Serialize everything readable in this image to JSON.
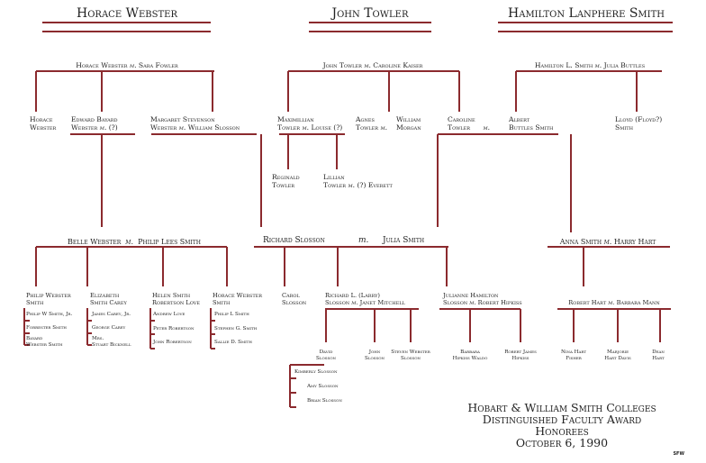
{
  "headers": [
    "Horace Webster",
    "John Towler",
    "Hamilton Lanphere Smith"
  ],
  "marriage_word": "m.",
  "gen1": {
    "webster": {
      "husband": "Horace Webster",
      "wife": "Sara Fowler"
    },
    "towler": {
      "husband": "John Towler",
      "wife": "Caroline Kaiser"
    },
    "smith": {
      "husband": "Hamilton L. Smith",
      "wife": "Julia Buttles"
    }
  },
  "gen2": {
    "horace_webster": [
      "Horace",
      "Webster"
    ],
    "edward_webster": [
      "Edward Bayard",
      "Webster",
      "(?)"
    ],
    "margaret_webster": [
      "Margaret Stevenson",
      "Webster",
      "William Slosson"
    ],
    "maximillian_towler": [
      "Maximillian",
      "Towler",
      "Louise (?)"
    ],
    "agnes_towler": [
      "Agnes",
      "Towler"
    ],
    "william_morgan": [
      "William",
      "Morgan"
    ],
    "caroline_towler": [
      "Caroline",
      "Towler"
    ],
    "albert_smith": [
      "Albert",
      "Buttles Smith"
    ],
    "lloyd_smith": [
      "Lloyd (Floyd?)",
      "Smith"
    ],
    "reginald_towler": [
      "Reginald",
      "Towler"
    ],
    "lillian_towler": [
      "Lillian",
      "Towler",
      "(?) Everett"
    ]
  },
  "gen3": {
    "belle": {
      "wife": "Belle Webster",
      "husband": "Philip Lees Smith"
    },
    "richard": {
      "husband": "Richard Slosson",
      "wife": "Julia Smith"
    },
    "anna": {
      "wife": "Anna Smith",
      "husband": "Harry Hart"
    }
  },
  "gen4": {
    "philip_webster_smith": {
      "name": [
        "Philip Webster",
        "Smith"
      ],
      "kids": [
        "Philip W Smith, Jr.",
        "Forrester Smith",
        "Bayard",
        "Webster Smith"
      ]
    },
    "elizabeth_carey": {
      "name": [
        "Elizabeth",
        "Smith Carey"
      ],
      "kids": [
        "James Carey, Jr.",
        "George Carey",
        "Mrs.",
        "Stuart Bicknell"
      ]
    },
    "helen_love": {
      "name": [
        "Helen Smith",
        "Robertson Love"
      ],
      "kids": [
        "Andrew Love",
        "Peter Robertson",
        "John Robertson"
      ]
    },
    "horace_webster_smith": {
      "name": [
        "Horace Webster",
        "Smith"
      ],
      "kids": [
        "Philip L Smith",
        "Stephen G. Smith",
        "Sallie D. Smith"
      ]
    },
    "carol_slosson": [
      "Carol",
      "Slosson"
    ],
    "richard_larry": [
      "Richard L. (Larry)",
      "Slosson",
      "Janet Mitchell"
    ],
    "julianne": [
      "Julianne Hamilton",
      "Slosson",
      "Robert Hipkiss"
    ],
    "robert_hart": {
      "husband": "Robert Hart",
      "wife": "Barbara Mann"
    }
  },
  "gen5": {
    "david": [
      "David",
      "Slosson"
    ],
    "john": [
      "John",
      "Slosson"
    ],
    "steven": [
      "Steven Webster",
      "Slosson"
    ],
    "barbara": [
      "Barbara",
      "Hipkiss Waldo"
    ],
    "robert_james": [
      "Robert James",
      "Hipkiss"
    ],
    "nina": [
      "Nina Hart",
      "Fisher"
    ],
    "marjorie": [
      "Marjorie",
      "Hart Davis"
    ],
    "dean": [
      "Dean",
      "Hart"
    ]
  },
  "gen6": [
    "Kimberly Slosson",
    "Amy Slosson",
    "Brian Slosson"
  ],
  "title_block": [
    "Hobart & William Smith Colleges",
    "Distinguished Faculty Award",
    "Honorees",
    "October 6, 1990"
  ],
  "initials": "SFW",
  "colors": {
    "line": "#8b2a2e",
    "text": "#222222"
  }
}
